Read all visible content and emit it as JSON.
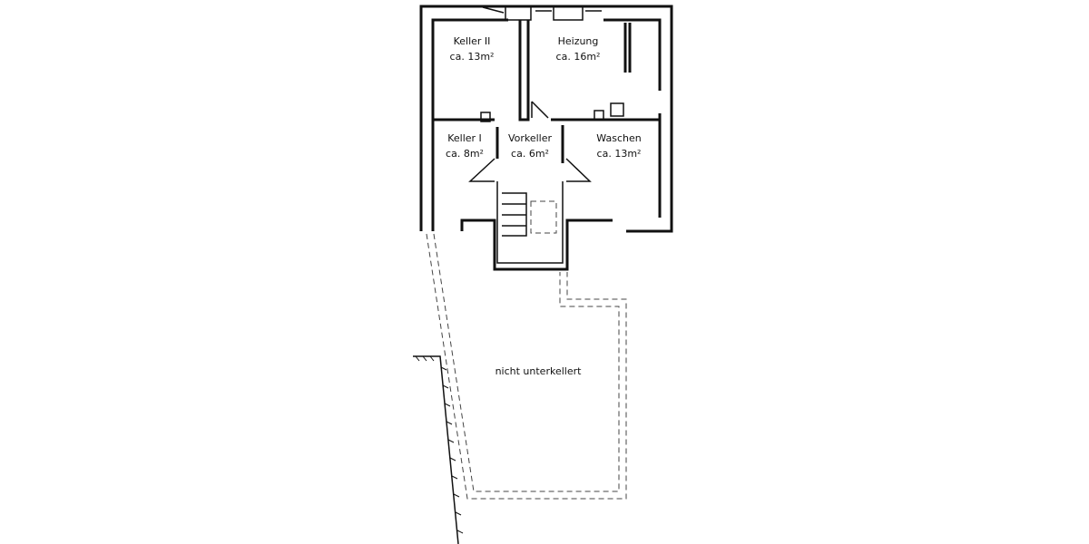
{
  "rooms": [
    {
      "name": "Keller II",
      "area": "ca. 13m²"
    },
    {
      "name": "Heizung",
      "area": "ca. 16m²"
    },
    {
      "name": "Keller I",
      "area": "ca. 8m²"
    },
    {
      "name": "Vorkeller",
      "area": "ca. 6m²"
    },
    {
      "name": "Waschen",
      "area": "ca. 13m²"
    }
  ],
  "unbasemented_label": "nicht unterkellert",
  "colors": {
    "lines": "#111111",
    "background": "#ffffff"
  }
}
